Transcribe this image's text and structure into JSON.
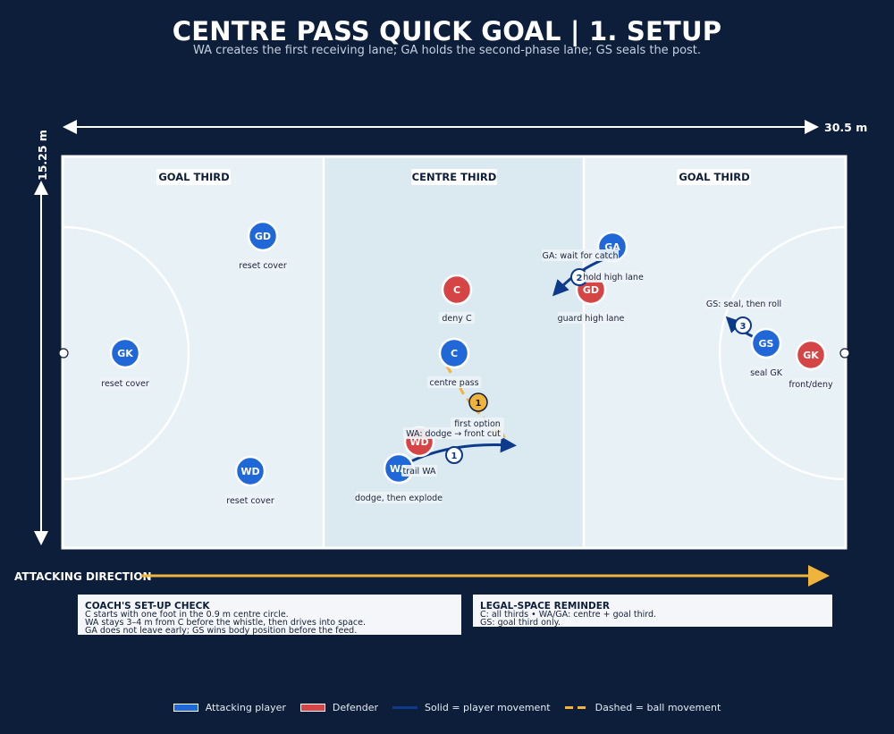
{
  "header": {
    "title": "CENTRE PASS QUICK GOAL | 1. SETUP",
    "subtitle": "WA creates the first receiving lane; GA holds the second-phase lane; GS seals the post."
  },
  "dimensions": {
    "width_label": "30.5 m",
    "height_label": "15.25 m"
  },
  "zones": {
    "left": "GOAL THIRD",
    "centre": "CENTRE THIRD",
    "right": "GOAL THIRD"
  },
  "players": [
    {
      "id": "att-gd",
      "team": "attack",
      "label": "GD",
      "note": "reset cover"
    },
    {
      "id": "att-gk",
      "team": "attack",
      "label": "GK",
      "note": "reset cover"
    },
    {
      "id": "att-wd",
      "team": "attack",
      "label": "WD",
      "note": "reset cover"
    },
    {
      "id": "att-c",
      "team": "attack",
      "label": "C",
      "note": "centre pass"
    },
    {
      "id": "att-wa",
      "team": "attack",
      "label": "WA",
      "note": "dodge, then explode"
    },
    {
      "id": "att-ga",
      "team": "attack",
      "label": "GA",
      "note": "GA: wait for catch"
    },
    {
      "id": "att-gs",
      "team": "attack",
      "label": "GS",
      "note": "seal GK"
    },
    {
      "id": "def-c",
      "team": "defence",
      "label": "C",
      "note": "deny C"
    },
    {
      "id": "def-wd",
      "team": "defence",
      "label": "WD",
      "note": "trail WA"
    },
    {
      "id": "def-gd",
      "team": "defence",
      "label": "GD",
      "note": "guard high lane"
    },
    {
      "id": "def-gk",
      "team": "defence",
      "label": "GK",
      "note": "front/deny"
    }
  ],
  "annotations": {
    "first_option": "first option",
    "wa_move": "WA: dodge → front cut",
    "ga_move": "hold high lane",
    "gs_move": "GS: seal, then roll"
  },
  "steps": {
    "one_ball": "1",
    "one_run": "1",
    "two": "2",
    "three": "3"
  },
  "direction": {
    "label": "ATTACKING DIRECTION"
  },
  "coach_box": {
    "heading": "COACH'S SET-UP CHECK",
    "lines": [
      "C starts with one foot in the 0.9 m centre circle.",
      "WA stays 3–4 m from C before the whistle, then drives into space.",
      "GA does not leave early; GS wins body position before the feed."
    ]
  },
  "legal_box": {
    "heading": "LEGAL-SPACE REMINDER",
    "lines": [
      "C: all thirds • WA/GA: centre + goal third.",
      "GS: goal third only."
    ]
  },
  "legend": {
    "attacking": "Attacking player",
    "defender": "Defender",
    "solid": "Solid = player movement",
    "dashed": "Dashed = ball movement"
  },
  "colors": {
    "background": "#0d1e3b",
    "attack": "#2068d8",
    "defence": "#d64545",
    "player_move": "#0d3a8a",
    "ball_move": "#f0b43c",
    "court_thirds": "#e8f1f6",
    "court_centre": "#dbeaf1"
  },
  "icons": {
    "dimension_arrows": "double-arrow-icon",
    "direction_arrow": "arrow-right-icon"
  }
}
